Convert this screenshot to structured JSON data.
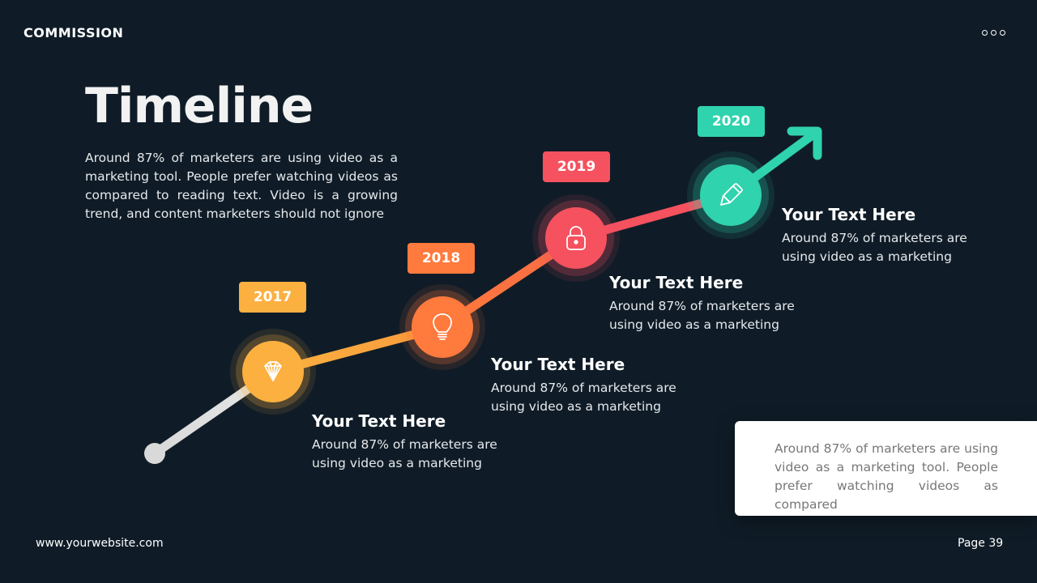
{
  "header": {
    "brand": "COMMISSION",
    "menu_icon": "three-dots-icon"
  },
  "slide": {
    "title": "Timeline",
    "intro": "Around 87% of marketers are using video as a marketing tool. People prefer watching videos as compared to reading text. Video is a growing trend, and content marketers should not ignore"
  },
  "colors": {
    "background": "#0f1c27",
    "start": "#d9d9d9",
    "y2017": "#fbb040",
    "y2018": "#ff7a3d",
    "y2019": "#f5515f",
    "y2020": "#2fd3ad"
  },
  "timeline": [
    {
      "year": "2017",
      "icon": "diamond-icon",
      "title": "Your Text Here",
      "desc": "Around 87% of marketers are using video as a marketing",
      "color": "#fbb040"
    },
    {
      "year": "2018",
      "icon": "lightbulb-icon",
      "title": "Your Text Here",
      "desc": "Around 87% of marketers are using video as a marketing",
      "color": "#ff7a3d"
    },
    {
      "year": "2019",
      "icon": "lock-icon",
      "title": "Your Text Here",
      "desc": "Around 87% of marketers are using video as a marketing",
      "color": "#f5515f"
    },
    {
      "year": "2020",
      "icon": "pencil-icon",
      "title": "Your Text Here",
      "desc": "Around 87% of marketers are using video as a marketing",
      "color": "#2fd3ad"
    }
  ],
  "card": {
    "text": "Around 87% of marketers are using video as a marketing tool. People prefer watching videos as compared"
  },
  "footer": {
    "website": "www.yourwebsite.com",
    "page": "Page 39"
  }
}
